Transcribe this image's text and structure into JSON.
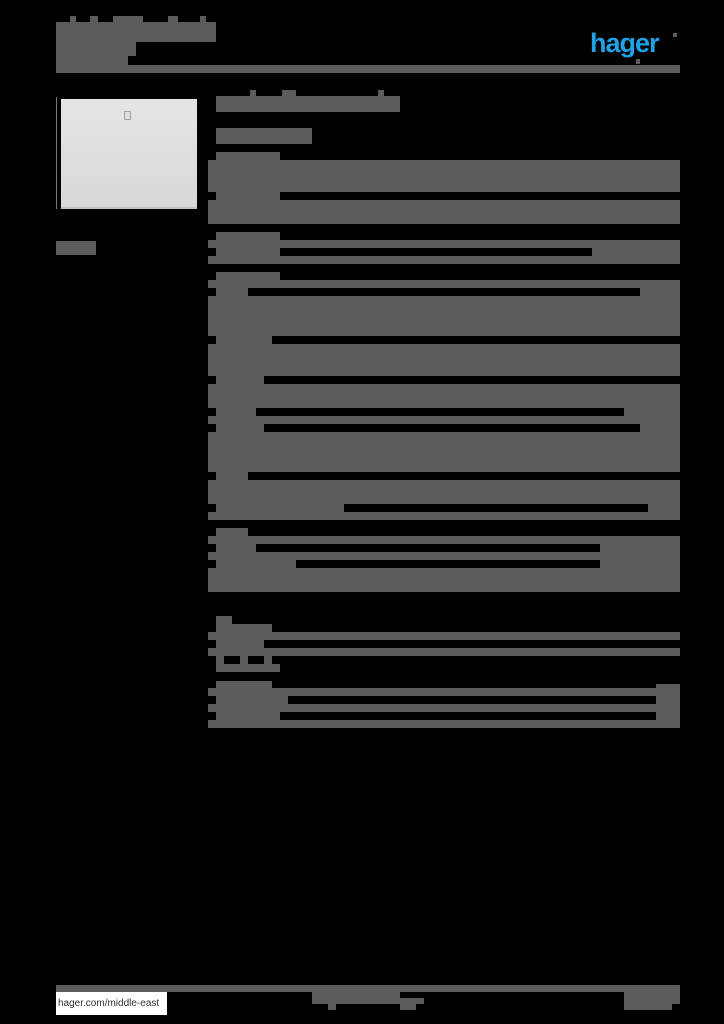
{
  "header": {
    "title": "",
    "subtitle": "",
    "brand": "hager",
    "brand_color": "#1fa3e6"
  },
  "product": {
    "image_alt": "product-image",
    "indicator_icon": "indicator-window",
    "sidebar_label": ""
  },
  "main": {
    "heading": "",
    "subheading": "",
    "sections": [
      {
        "label": "",
        "rows": [
          "",
          ""
        ]
      },
      {
        "label": "",
        "rows": [
          ""
        ]
      },
      {
        "label": "",
        "rows": [
          "",
          "",
          ""
        ]
      },
      {
        "label": "",
        "rows": [
          ""
        ]
      },
      {
        "label": "",
        "rows": [
          "",
          "",
          ""
        ]
      },
      {
        "label": "",
        "rows": [
          "",
          ""
        ]
      },
      {
        "label": "",
        "rows": [
          "",
          "",
          ""
        ]
      },
      {
        "label": "",
        "rows": [
          "",
          ""
        ]
      },
      {
        "label": "",
        "rows": [
          "",
          "",
          ""
        ]
      }
    ]
  },
  "footer": {
    "url": "hager.com/middle-east",
    "center_text": "",
    "page_info": ""
  },
  "colors": {
    "background": "#000000",
    "redaction": "#5b5c5b"
  }
}
